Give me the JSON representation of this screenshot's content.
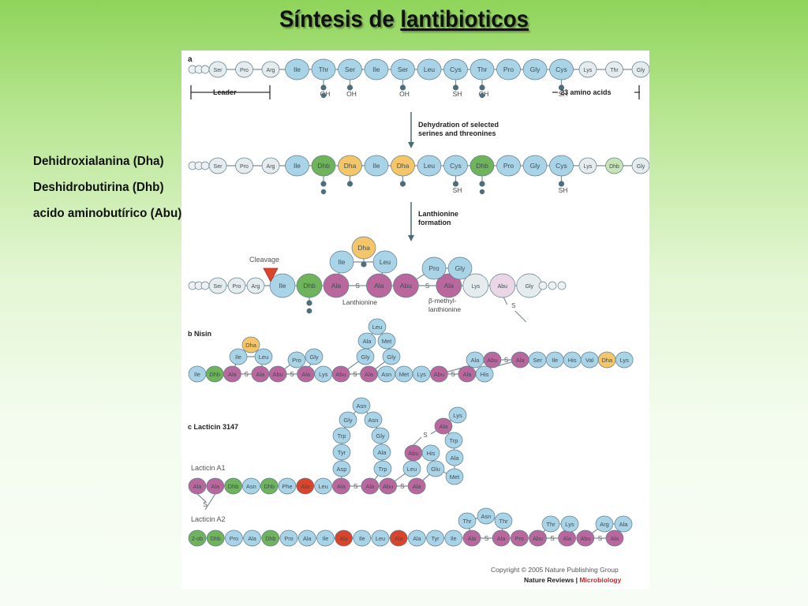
{
  "title": {
    "prefix": "Síntesis de ",
    "underlined": "lantibioticos"
  },
  "side_labels": [
    "Dehidroxialanina (Dha)",
    "Deshidrobutirina (Dhb)",
    "acido aminobutírico (Abu)"
  ],
  "figure": {
    "panel_a_letter": "a",
    "leader_label": "Leader",
    "propeptide_label": "23 amino acids",
    "step1_label": [
      "Dehydration of selected",
      "serines and threonines"
    ],
    "step2_label": [
      "Lanthionine",
      "formation"
    ],
    "cleavage_label": "Cleavage",
    "lanthionine_label": "Lanthionine",
    "methyl_lanthionine_label": [
      "β-methyl-",
      "lanthionine"
    ],
    "panel_b_label": "b  Nisin",
    "panel_c_label": "c  Lacticin 3147",
    "lacticin_a1_label": "Lacticin A1",
    "lacticin_a2_label": "Lacticin A2",
    "sulfur": "S",
    "oh": "OH",
    "sh": "SH",
    "copyright": "Copyright © 2005 Nature Publishing Group",
    "journal": "Nature Reviews",
    "journal_sep": " | ",
    "journal_section": "Microbiology",
    "colors": {
      "blue": "#a9d3e6",
      "grey": "#e6ebee",
      "green": "#6fb35a",
      "yellow": "#f4c669",
      "purple": "#b9679c",
      "red": "#d9442b",
      "pink": "#ead6e4",
      "lightgreen": "#c9e4b4",
      "stroke": "#5f7f8e"
    },
    "row1": [
      {
        "l": "Ser",
        "c": "grey",
        "s": "s"
      },
      {
        "l": "Pro",
        "c": "grey",
        "s": "s"
      },
      {
        "l": "Arg",
        "c": "grey",
        "s": "s"
      },
      {
        "l": "Ile",
        "c": "blue"
      },
      {
        "l": "Thr",
        "c": "blue"
      },
      {
        "l": "Ser",
        "c": "blue"
      },
      {
        "l": "Ile",
        "c": "blue"
      },
      {
        "l": "Ser",
        "c": "blue"
      },
      {
        "l": "Leu",
        "c": "blue"
      },
      {
        "l": "Cys",
        "c": "blue"
      },
      {
        "l": "Thr",
        "c": "blue"
      },
      {
        "l": "Pro",
        "c": "blue"
      },
      {
        "l": "Gly",
        "c": "blue"
      },
      {
        "l": "Cys",
        "c": "blue"
      },
      {
        "l": "Lys",
        "c": "grey",
        "s": "s"
      },
      {
        "l": "Thr",
        "c": "grey",
        "s": "s"
      },
      {
        "l": "Gly",
        "c": "grey",
        "s": "s"
      }
    ],
    "row2": [
      {
        "l": "Ser",
        "c": "grey",
        "s": "s"
      },
      {
        "l": "Pro",
        "c": "grey",
        "s": "s"
      },
      {
        "l": "Arg",
        "c": "grey",
        "s": "s"
      },
      {
        "l": "Ile",
        "c": "blue"
      },
      {
        "l": "Dhb",
        "c": "green"
      },
      {
        "l": "Dha",
        "c": "yellow"
      },
      {
        "l": "Ile",
        "c": "blue"
      },
      {
        "l": "Dha",
        "c": "yellow"
      },
      {
        "l": "Leu",
        "c": "blue"
      },
      {
        "l": "Cys",
        "c": "blue"
      },
      {
        "l": "Dhb",
        "c": "green"
      },
      {
        "l": "Pro",
        "c": "blue"
      },
      {
        "l": "Gly",
        "c": "blue"
      },
      {
        "l": "Cys",
        "c": "blue"
      },
      {
        "l": "Lys",
        "c": "grey",
        "s": "s"
      },
      {
        "l": "Dhb",
        "c": "lightgreen",
        "s": "s"
      },
      {
        "l": "Gly",
        "c": "grey",
        "s": "s"
      }
    ],
    "row3_leader": [
      "Ser",
      "Pro",
      "Arg"
    ],
    "row3_core": [
      {
        "l": "Ile",
        "c": "blue"
      },
      {
        "l": "Dhb",
        "c": "green"
      },
      {
        "l": "Ala",
        "c": "purple"
      },
      {
        "l": "S",
        "c": "link"
      },
      {
        "l": "Ala",
        "c": "purple"
      },
      {
        "l": "Abu",
        "c": "purple"
      },
      {
        "l": "S",
        "c": "link"
      },
      {
        "l": "Ala",
        "c": "purple"
      },
      {
        "l": "Lys",
        "c": "grey",
        "s": "s"
      },
      {
        "l": "Abu",
        "c": "pink",
        "s": "s"
      },
      {
        "l": "Gly",
        "c": "grey",
        "s": "s"
      }
    ],
    "row3_top": [
      {
        "l": "Dha",
        "c": "yellow"
      },
      {
        "l": "Ile",
        "c": "blue"
      },
      {
        "l": "Leu",
        "c": "blue"
      },
      {
        "l": "Pro",
        "c": "blue"
      },
      {
        "l": "Gly",
        "c": "blue"
      }
    ],
    "nisin_main": [
      {
        "l": "Ile",
        "c": "blue"
      },
      {
        "l": "Dhb",
        "c": "green"
      },
      {
        "l": "Ala",
        "c": "purple"
      },
      {
        "l": "S",
        "c": "link"
      },
      {
        "l": "Ala",
        "c": "purple"
      },
      {
        "l": "Abu",
        "c": "purple"
      },
      {
        "l": "S",
        "c": "link"
      },
      {
        "l": "Ala",
        "c": "purple"
      },
      {
        "l": "Lys",
        "c": "blue"
      },
      {
        "l": "Abu",
        "c": "purple"
      },
      {
        "l": "S",
        "c": "link"
      },
      {
        "l": "Ala",
        "c": "purple"
      },
      {
        "l": "Asn",
        "c": "blue"
      },
      {
        "l": "Met",
        "c": "blue"
      },
      {
        "l": "Lys",
        "c": "blue"
      },
      {
        "l": "Abu",
        "c": "purple"
      },
      {
        "l": "S",
        "c": "link"
      },
      {
        "l": "Ala",
        "c": "purple"
      },
      {
        "l": "His",
        "c": "blue"
      }
    ],
    "nisin_upper": [
      {
        "l": "Ala",
        "c": "blue"
      },
      {
        "l": "Abu",
        "c": "purple"
      },
      {
        "l": "S",
        "c": "link"
      },
      {
        "l": "Ala",
        "c": "purple"
      },
      {
        "l": "Ser",
        "c": "blue"
      },
      {
        "l": "Ile",
        "c": "blue"
      },
      {
        "l": "His",
        "c": "blue"
      },
      {
        "l": "Val",
        "c": "blue"
      },
      {
        "l": "Dha",
        "c": "yellow"
      },
      {
        "l": "Lys",
        "c": "blue"
      }
    ],
    "nisin_loops": [
      {
        "l": "Dha",
        "c": "yellow"
      },
      {
        "l": "Ile",
        "c": "blue"
      },
      {
        "l": "Leu",
        "c": "blue"
      },
      {
        "l": "Pro",
        "c": "blue"
      },
      {
        "l": "Gly",
        "c": "blue"
      },
      {
        "l": "Leu",
        "c": "blue"
      },
      {
        "l": "Ala",
        "c": "blue"
      },
      {
        "l": "Met",
        "c": "blue"
      },
      {
        "l": "Gly",
        "c": "blue"
      },
      {
        "l": "Gly",
        "c": "blue"
      }
    ],
    "a1_main": [
      {
        "l": "Ala",
        "c": "purple"
      },
      {
        "l": "Ala",
        "c": "purple"
      },
      {
        "l": "Dhb",
        "c": "green"
      },
      {
        "l": "Asn",
        "c": "blue"
      },
      {
        "l": "Dhb",
        "c": "green"
      },
      {
        "l": "Phe",
        "c": "blue"
      },
      {
        "l": "Ala",
        "c": "red"
      },
      {
        "l": "Leu",
        "c": "blue"
      },
      {
        "l": "Ala",
        "c": "purple"
      },
      {
        "l": "S",
        "c": "link"
      },
      {
        "l": "Ala",
        "c": "purple"
      },
      {
        "l": "Abu",
        "c": "purple"
      },
      {
        "l": "S",
        "c": "link"
      },
      {
        "l": "Ala",
        "c": "purple"
      }
    ],
    "a1_loop": [
      {
        "l": "Asp",
        "c": "blue"
      },
      {
        "l": "Tyr",
        "c": "blue"
      },
      {
        "l": "Trp",
        "c": "blue"
      },
      {
        "l": "Gly",
        "c": "blue"
      },
      {
        "l": "Asn",
        "c": "blue"
      },
      {
        "l": "Asn",
        "c": "blue"
      },
      {
        "l": "Gly",
        "c": "blue"
      },
      {
        "l": "Ala",
        "c": "blue"
      },
      {
        "l": "Trp",
        "c": "blue"
      }
    ],
    "a1_ring": [
      {
        "l": "Leu",
        "c": "blue"
      },
      {
        "l": "Abu",
        "c": "purple"
      },
      {
        "l": "His",
        "c": "blue"
      },
      {
        "l": "Glu",
        "c": "blue"
      },
      {
        "l": "Met",
        "c": "blue"
      },
      {
        "l": "Ala",
        "c": "blue"
      },
      {
        "l": "Trp",
        "c": "blue"
      },
      {
        "l": "Ala",
        "c": "purple"
      },
      {
        "l": "Lys",
        "c": "blue"
      }
    ],
    "a2_main": [
      {
        "l": "2-ob",
        "c": "green"
      },
      {
        "l": "Dhb",
        "c": "green"
      },
      {
        "l": "Pro",
        "c": "blue"
      },
      {
        "l": "Ala",
        "c": "blue"
      },
      {
        "l": "Dhb",
        "c": "green"
      },
      {
        "l": "Pro",
        "c": "blue"
      },
      {
        "l": "Ala",
        "c": "blue"
      },
      {
        "l": "Ile",
        "c": "blue"
      },
      {
        "l": "Ala",
        "c": "red"
      },
      {
        "l": "Ile",
        "c": "blue"
      },
      {
        "l": "Leu",
        "c": "blue"
      },
      {
        "l": "Ala",
        "c": "red"
      },
      {
        "l": "Ala",
        "c": "blue"
      },
      {
        "l": "Tyr",
        "c": "blue"
      },
      {
        "l": "Ile",
        "c": "blue"
      },
      {
        "l": "Ala",
        "c": "purple"
      },
      {
        "l": "S",
        "c": "link"
      },
      {
        "l": "Ala",
        "c": "purple"
      },
      {
        "l": "Pro",
        "c": "purple"
      },
      {
        "l": "Abu",
        "c": "purple"
      },
      {
        "l": "S",
        "c": "link"
      },
      {
        "l": "Ala",
        "c": "purple"
      },
      {
        "l": "Abu",
        "c": "purple"
      },
      {
        "l": "S",
        "c": "link"
      },
      {
        "l": "Ala",
        "c": "purple"
      }
    ],
    "a2_top": [
      {
        "l": "Thr",
        "c": "blue"
      },
      {
        "l": "Asn",
        "c": "blue"
      },
      {
        "l": "Thr",
        "c": "blue"
      },
      {
        "l": "Thr",
        "c": "blue"
      },
      {
        "l": "Lys",
        "c": "blue"
      },
      {
        "l": "Arg",
        "c": "blue"
      },
      {
        "l": "Ala",
        "c": "blue"
      }
    ]
  }
}
